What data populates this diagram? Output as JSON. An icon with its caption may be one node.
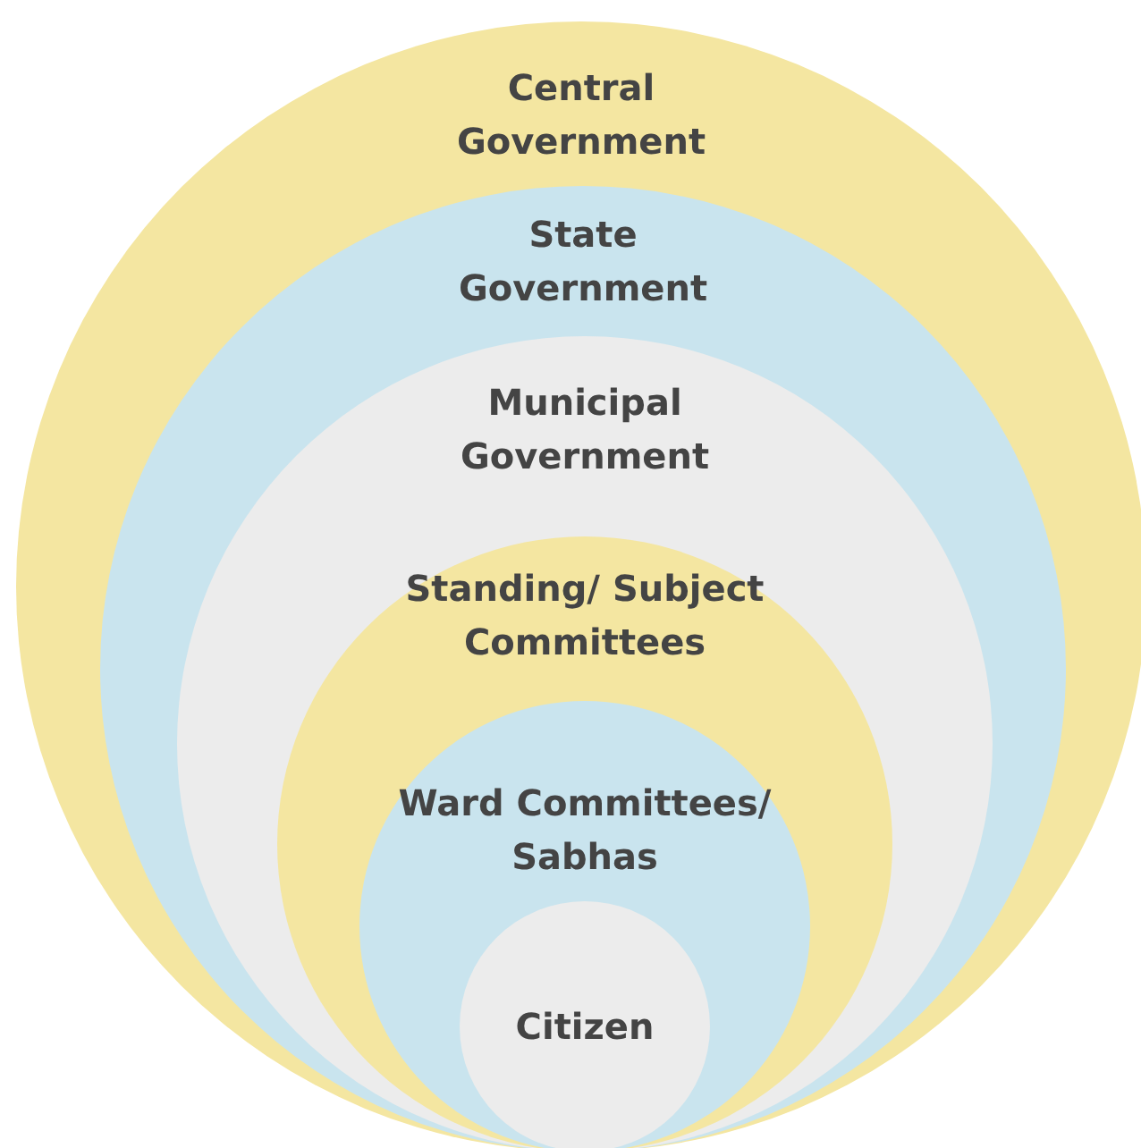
{
  "diagram": {
    "nodes": [
      {
        "text": [
          "Central Government"
        ]
      },
      {
        "text": [
          "State Government"
        ],
        "in": 0
      },
      {
        "text": [
          "Municipal Government"
        ],
        "in": 1
      },
      {
        "text": [
          "Standing/ Subject Committees"
        ],
        "in": 2
      },
      {
        "text": [
          "Ward Committees/ Sabhas"
        ],
        "in": 3
      },
      {
        "text": [
          "Citizen"
        ],
        "in": 4
      }
    ]
  }
}
